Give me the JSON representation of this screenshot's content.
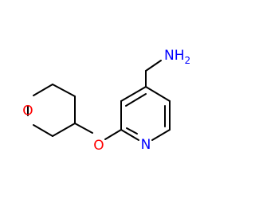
{
  "colors": {
    "background": "#ffffff",
    "bond": "#000000",
    "oxygen": "#ff0000",
    "nitrogen": "#0000ff"
  },
  "labels": {
    "ring_oxygen": "O",
    "ether_oxygen": "O",
    "pyridine_nitrogen": "N",
    "amine_main": "NH",
    "amine_subscript": "2"
  }
}
